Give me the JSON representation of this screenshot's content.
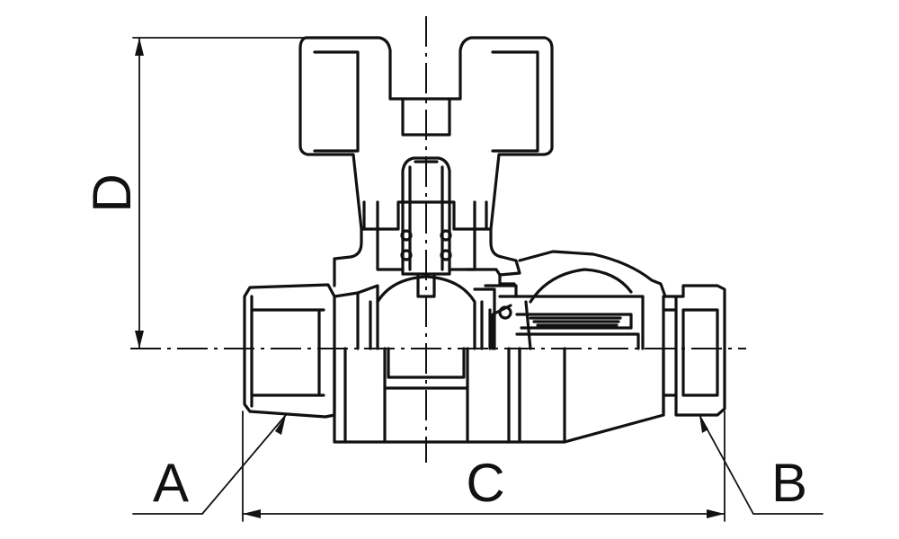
{
  "diagram": {
    "labels": {
      "A": "A",
      "B": "B",
      "C": "C",
      "D": "D"
    },
    "colors": {
      "line": "#111111",
      "background": "#ffffff"
    }
  }
}
